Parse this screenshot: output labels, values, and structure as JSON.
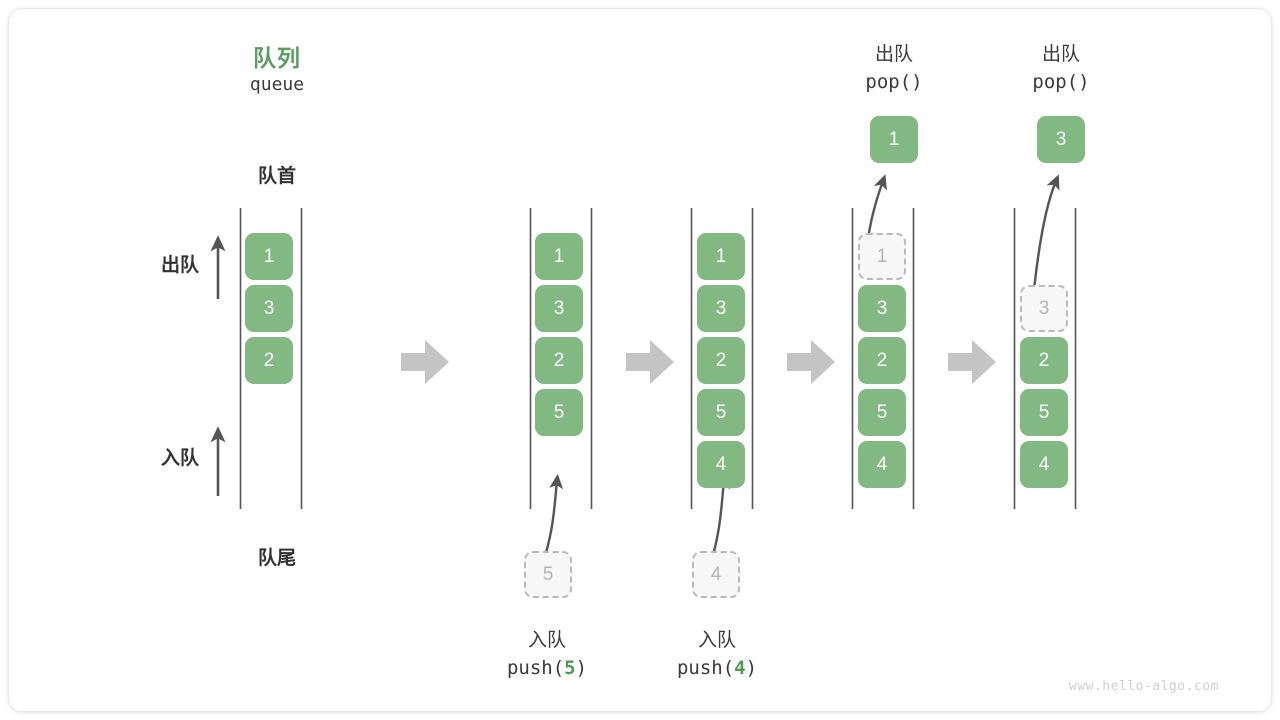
{
  "figure": {
    "title_cn": "队列",
    "title_code": "queue",
    "head_label": "队首",
    "tail_label": "队尾",
    "dequeue_side_label": "出队",
    "enqueue_side_label": "入队",
    "watermark": "www.hello-algo.com",
    "accent_color": "#5e9d61",
    "box_color": "#82b881",
    "ghost_color": "#b5b5b5",
    "arrow_color": "#555555",
    "separator_color": "#c4c4c4"
  },
  "panels": [
    {
      "id": "panel-initial",
      "caption_cn": "",
      "caption_code": "",
      "items": [
        {
          "value": "1",
          "state": "filled"
        },
        {
          "value": "3",
          "state": "filled"
        },
        {
          "value": "2",
          "state": "filled"
        }
      ],
      "popped": null,
      "incoming": null
    },
    {
      "id": "panel-push-5",
      "caption_cn": "入队",
      "caption_code": "push(5)",
      "caption_code_prefix": "push(",
      "caption_code_num": "5",
      "caption_code_suffix": ")",
      "items": [
        {
          "value": "1",
          "state": "filled"
        },
        {
          "value": "3",
          "state": "filled"
        },
        {
          "value": "2",
          "state": "filled"
        },
        {
          "value": "5",
          "state": "filled"
        }
      ],
      "popped": null,
      "incoming": {
        "value": "5",
        "state": "ghost"
      }
    },
    {
      "id": "panel-push-4",
      "caption_cn": "入队",
      "caption_code": "push(4)",
      "caption_code_prefix": "push(",
      "caption_code_num": "4",
      "caption_code_suffix": ")",
      "items": [
        {
          "value": "1",
          "state": "filled"
        },
        {
          "value": "3",
          "state": "filled"
        },
        {
          "value": "2",
          "state": "filled"
        },
        {
          "value": "5",
          "state": "filled"
        },
        {
          "value": "4",
          "state": "filled"
        }
      ],
      "popped": null,
      "incoming": {
        "value": "4",
        "state": "ghost"
      }
    },
    {
      "id": "panel-pop-1",
      "header_cn": "出队",
      "header_code": "pop()",
      "items": [
        {
          "value": "1",
          "state": "ghost"
        },
        {
          "value": "3",
          "state": "filled"
        },
        {
          "value": "2",
          "state": "filled"
        },
        {
          "value": "5",
          "state": "filled"
        },
        {
          "value": "4",
          "state": "filled"
        }
      ],
      "popped": {
        "value": "1"
      },
      "incoming": null
    },
    {
      "id": "panel-pop-3",
      "header_cn": "出队",
      "header_code": "pop()",
      "items": [
        {
          "value": "",
          "state": "empty"
        },
        {
          "value": "3",
          "state": "ghost"
        },
        {
          "value": "2",
          "state": "filled"
        },
        {
          "value": "5",
          "state": "filled"
        },
        {
          "value": "4",
          "state": "filled"
        }
      ],
      "popped": {
        "value": "3"
      },
      "incoming": null
    }
  ]
}
